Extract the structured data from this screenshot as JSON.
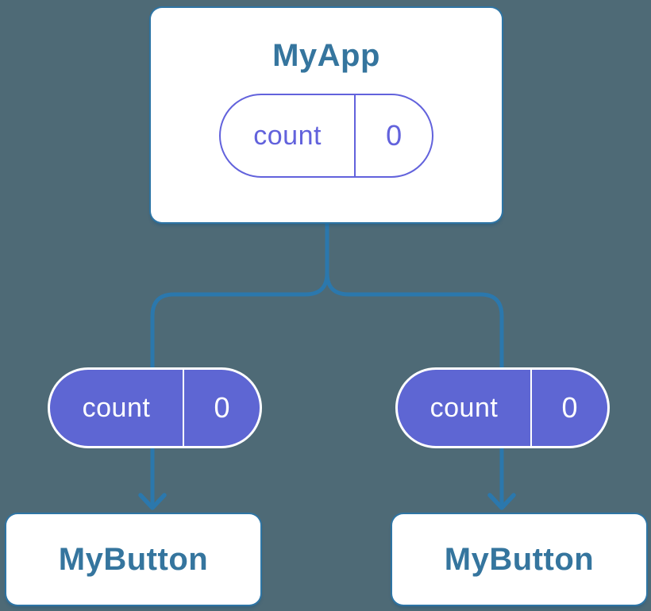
{
  "colors": {
    "background": "#4E6A76",
    "connector_blue": "#2B78AD",
    "card_background": "#FFFFFF",
    "component_text": "#35759E",
    "pill_purple": "#6262DC",
    "pill_fill": "#5E66D3",
    "pill_text_on_fill": "#FFFFFF"
  },
  "diagram": {
    "root": {
      "title": "MyApp",
      "state": {
        "name": "count",
        "value": "0"
      }
    },
    "children": [
      {
        "title": "MyButton",
        "prop": {
          "name": "count",
          "value": "0"
        }
      },
      {
        "title": "MyButton",
        "prop": {
          "name": "count",
          "value": "0"
        }
      }
    ]
  }
}
